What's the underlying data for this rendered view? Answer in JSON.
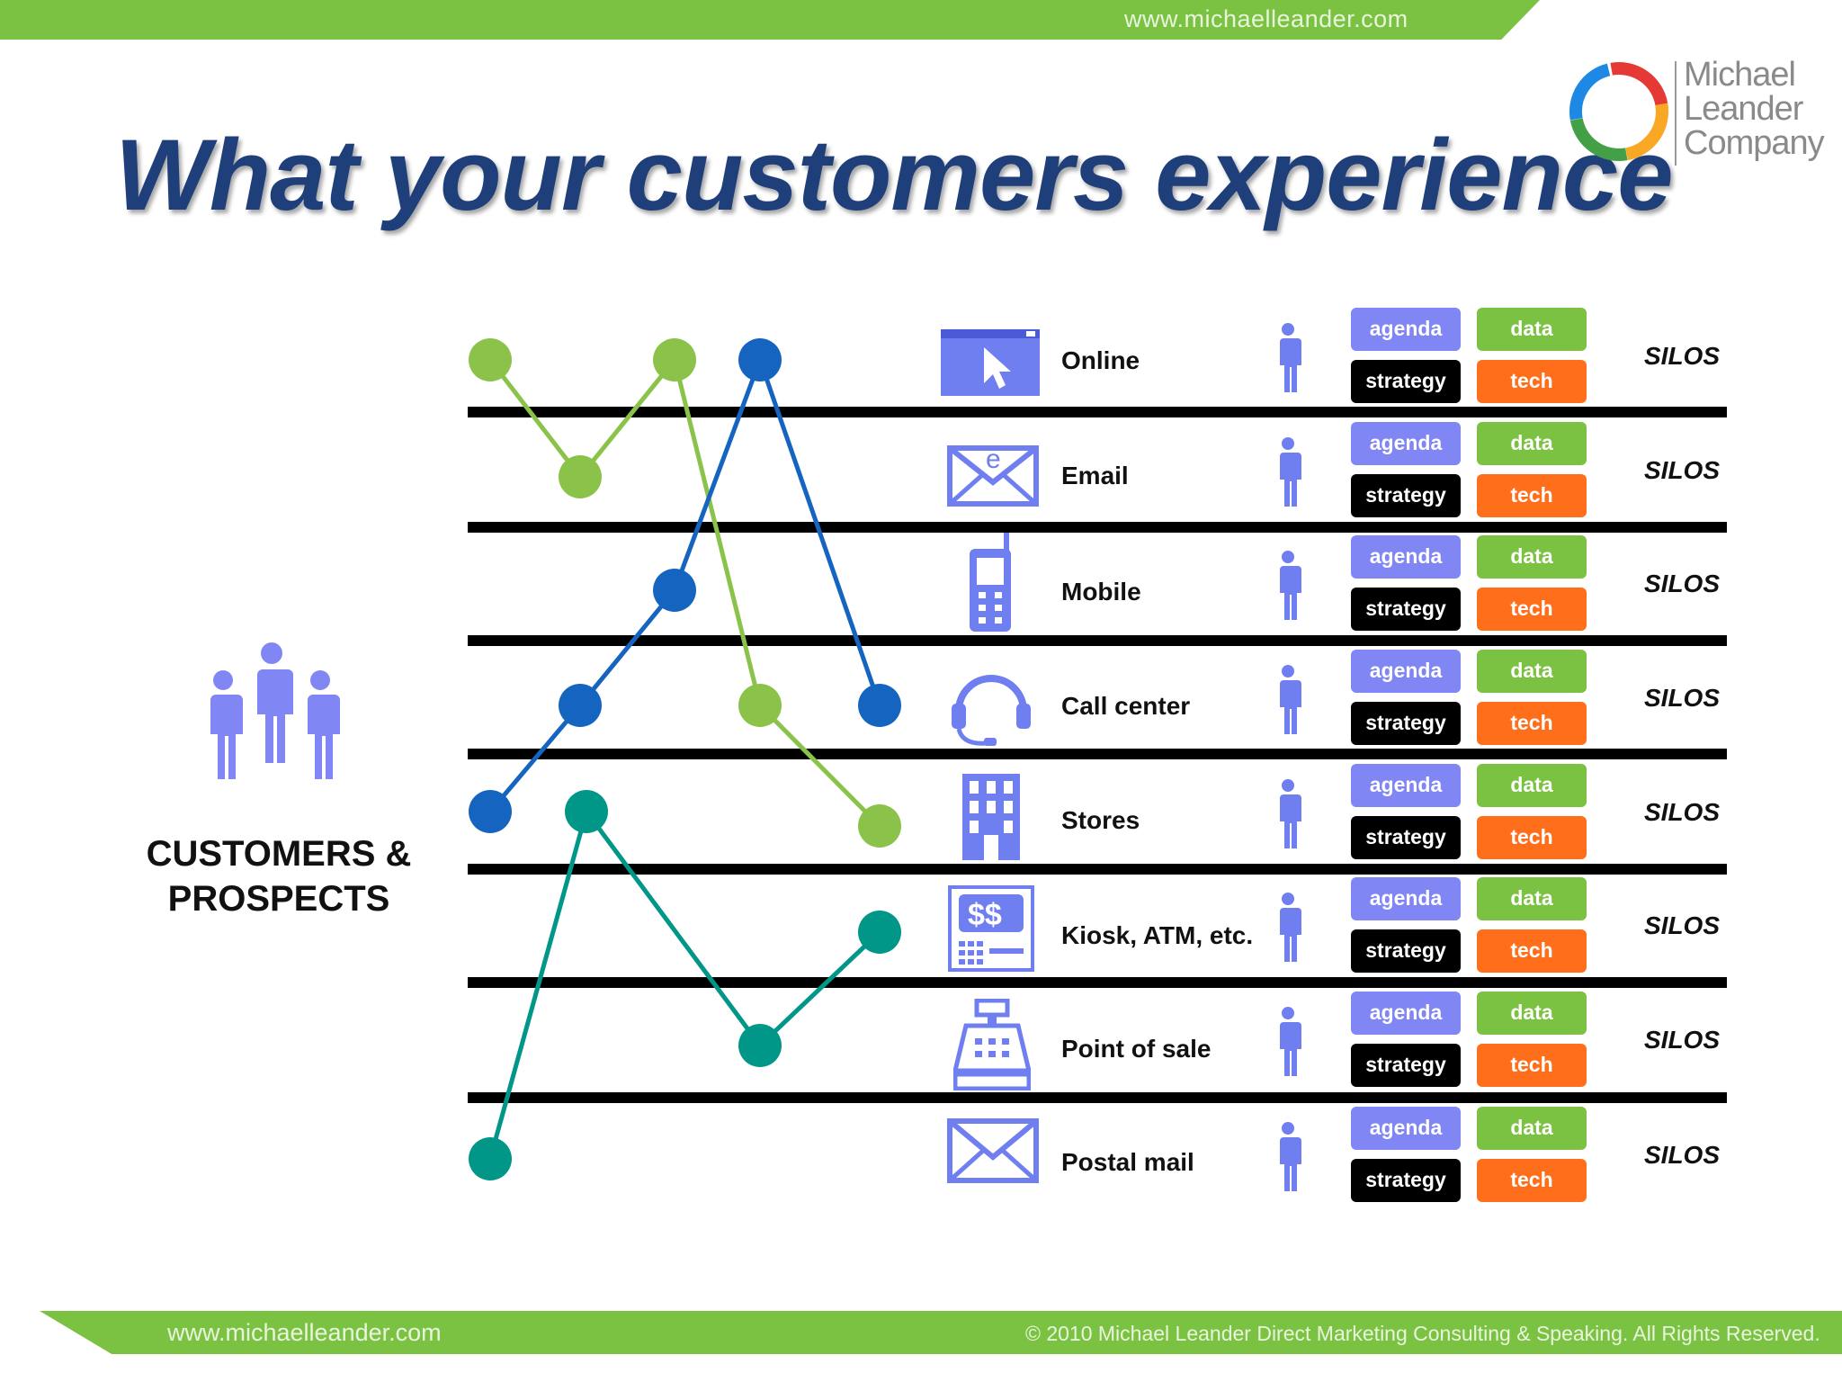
{
  "header": {
    "url": "www.michaelleander.com",
    "title": "What your customers experience"
  },
  "logo": {
    "lines": [
      "Michael",
      "Leander",
      "Company"
    ],
    "ring_colors": [
      "#e53935",
      "#f9a825",
      "#43a047",
      "#1e88e5"
    ]
  },
  "customers": {
    "label_line1": "CUSTOMERS &",
    "label_line2": "PROSPECTS",
    "icon": "group-people-icon",
    "color": "#8087f4"
  },
  "channels": [
    {
      "label": "Online",
      "icon": "browser-cursor-icon"
    },
    {
      "label": "Email",
      "icon": "email-envelope-icon"
    },
    {
      "label": "Mobile",
      "icon": "mobile-phone-icon"
    },
    {
      "label": "Call center",
      "icon": "headset-icon"
    },
    {
      "label": "Stores",
      "icon": "store-building-icon"
    },
    {
      "label": "Kiosk, ATM, etc.",
      "icon": "atm-kiosk-icon"
    },
    {
      "label": "Point of sale",
      "icon": "cash-register-icon"
    },
    {
      "label": "Postal mail",
      "icon": "postal-envelope-icon"
    }
  ],
  "silo_tags": {
    "agenda": "agenda",
    "data": "data",
    "strategy": "strategy",
    "tech": "tech",
    "silos": "SILOS"
  },
  "colors": {
    "green_bar": "#7cc242",
    "title": "#1f3f7a",
    "agenda": "#8087f4",
    "data": "#7cc242",
    "strategy": "#000000",
    "tech": "#ff6e1a",
    "icon": "#6f7ff0"
  },
  "journeys": [
    {
      "color": "#8bc34a",
      "rows": [
        1,
        2,
        1,
        4,
        5
      ]
    },
    {
      "color": "#1565c0",
      "rows": [
        5,
        4,
        3,
        1,
        4
      ]
    },
    {
      "color": "#009688",
      "rows": [
        8,
        5,
        7,
        6
      ]
    }
  ],
  "footer": {
    "url": "www.michaelleander.com",
    "copyright": "© 2010 Michael Leander Direct Marketing Consulting & Speaking. All Rights Reserved."
  }
}
